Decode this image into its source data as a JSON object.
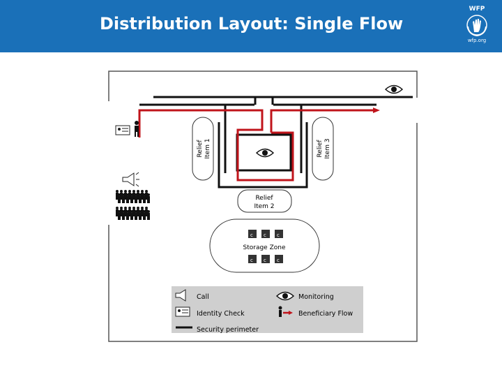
{
  "header": {
    "title": "Distribution Layout: Single Flow",
    "logo_text": "WFP",
    "logo_url": "wfp.org",
    "background_color": "#1a70b8"
  },
  "diagram": {
    "relief_item_1": [
      "Relief",
      "Item 1"
    ],
    "relief_item_3": [
      "Relief",
      "Item 3"
    ],
    "relief_item_2": [
      "Relief",
      "Item 2"
    ],
    "storage_zone": "Storage Zone",
    "icons": [
      "monitoring-eye-icon",
      "identity-card-icon",
      "person-icon",
      "megaphone-icon",
      "crowd-icon",
      "food-bag-icon"
    ],
    "flow_color": "#c0141b"
  },
  "legend": {
    "call": "Call",
    "monitoring": "Monitoring",
    "identity_check": "Identity Check",
    "beneficiary_flow": "Beneficiary Flow",
    "security_perimeter": "Security perimeter"
  }
}
